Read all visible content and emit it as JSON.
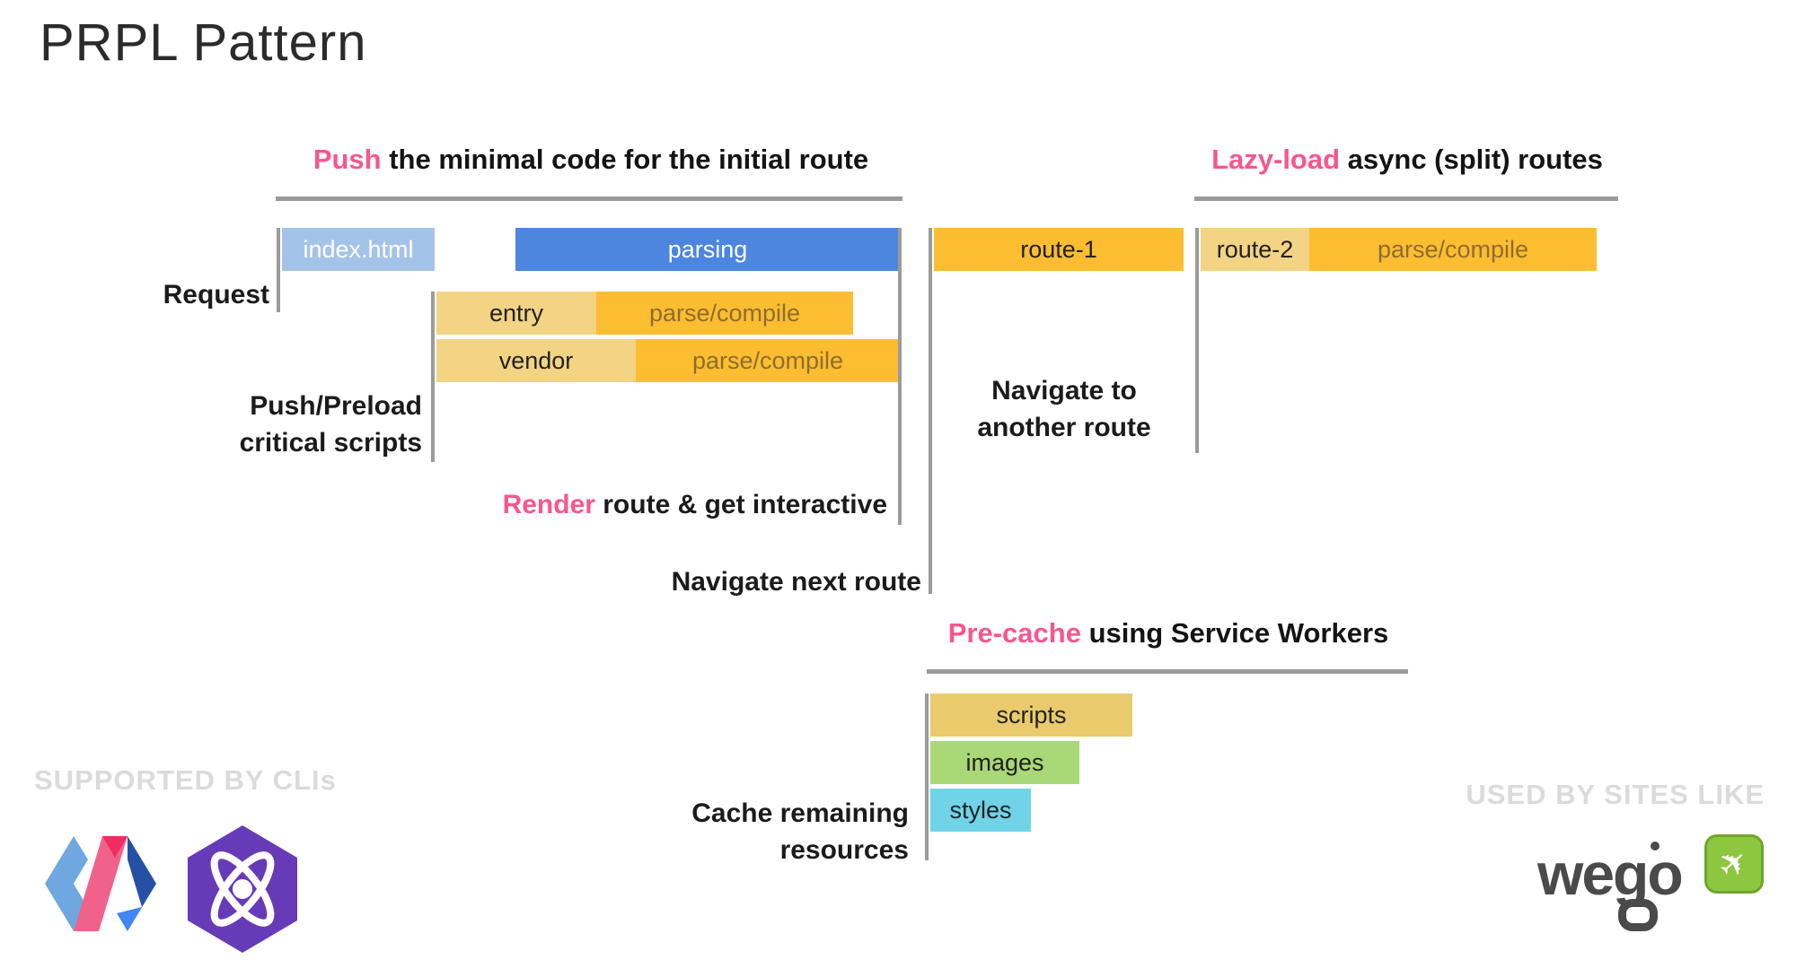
{
  "title": "PRPL Pattern",
  "headings": {
    "push": {
      "highlight": "Push",
      "rest": " the minimal code for the initial route"
    },
    "lazy": {
      "highlight": "Lazy-load",
      "rest": " async (split) routes"
    },
    "precache": {
      "highlight": "Pre-cache",
      "rest": " using Service Workers"
    }
  },
  "labels": {
    "request": "Request",
    "push_preload_1": "Push/Preload",
    "push_preload_2": "critical scripts",
    "render": {
      "highlight": "Render",
      "rest": " route & get interactive"
    },
    "navigate_next": "Navigate next route",
    "navigate_another_1": "Navigate to",
    "navigate_another_2": "another route",
    "cache_1": "Cache remaining",
    "cache_2": "resources"
  },
  "bars": {
    "index_html": "index.html",
    "parsing": "parsing",
    "entry": "entry",
    "entry_parse": "parse/compile",
    "vendor": "vendor",
    "vendor_parse": "parse/compile",
    "route1": "route-1",
    "route2": "route-2",
    "route2_parse": "parse/compile",
    "scripts": "scripts",
    "images": "images",
    "styles": "styles"
  },
  "footer": {
    "supported_by": "SUPPORTED BY CLIs",
    "used_by": "USED BY SITES LIKE",
    "wego_text": "wego"
  },
  "icons": {
    "left_logo_1": "polymer-logo",
    "left_logo_2": "preact-logo",
    "wego_icon": "airplane-icon"
  },
  "colors": {
    "accent_pink": "#f7568e",
    "bar_blue_light": "#a4c3e9",
    "bar_blue": "#4c86df",
    "bar_gold": "#fcbd30",
    "bar_gold_light": "#f3d384",
    "bar_tan": "#e9cb6d",
    "bar_green": "#a9d877",
    "bar_cyan": "#70d3e8",
    "parse_text": "#8d6e2f",
    "line_gray": "#9b9b9b",
    "footer_gray": "#dbdbdb",
    "preact_purple": "#673ab8",
    "wego_green": "#8dc63f",
    "wego_dark": "#4a4a4a"
  }
}
